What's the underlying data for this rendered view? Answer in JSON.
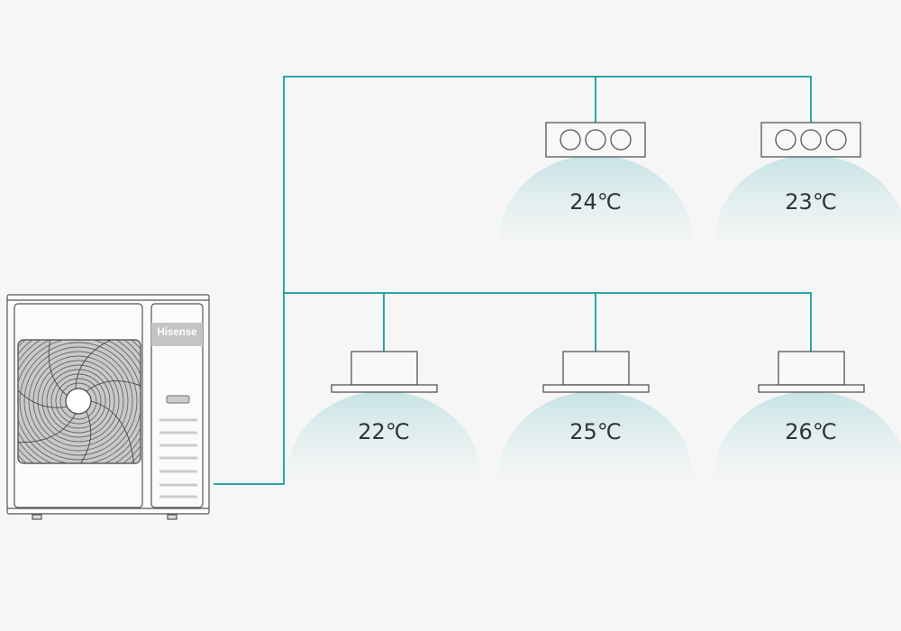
{
  "brand": "Hisense",
  "pipe_color": "#2aa5a8",
  "indoor_units": [
    {
      "type": "duct",
      "temperature": "24℃"
    },
    {
      "type": "duct",
      "temperature": "23℃"
    },
    {
      "type": "cassette",
      "temperature": "22℃"
    },
    {
      "type": "cassette",
      "temperature": "25℃"
    },
    {
      "type": "cassette",
      "temperature": "26℃"
    }
  ]
}
